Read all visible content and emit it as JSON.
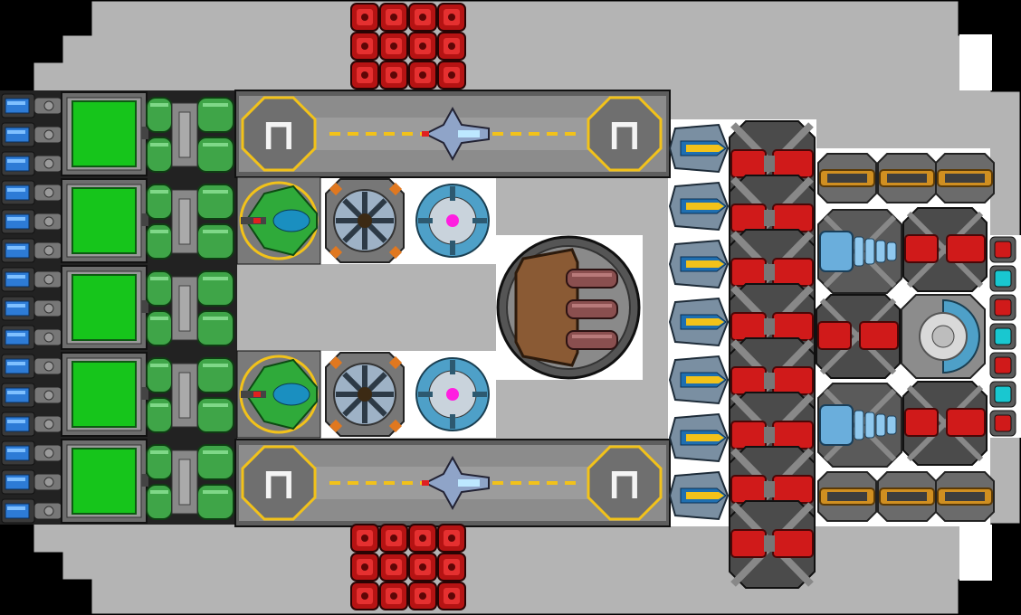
{
  "ship": {
    "pad_marker_glyph": "⊓",
    "hull_color": "#b4b4b4",
    "hull_outline": "#000000",
    "interior_white": "#ffffff",
    "deck_color": "#8c8c8c",
    "deck_dark": "#5e5e5e",
    "accent_yellow": "#f2c21a",
    "reactor_green": "#16c51b",
    "pipe_green": "#3fa548",
    "cell_blue": "#2d7bd6",
    "armor_red": "#d01a1a",
    "cyan_light": "#19c7d0",
    "gold_rail": "#d08f21",
    "turret_brown": "#8a5a34"
  },
  "modules": {
    "battery_count": 15,
    "reactor_bays": 5,
    "thruster_count": 7,
    "heavy_armor_count": 8,
    "hangar_count": 2,
    "fighter_count": 2,
    "shield_emitter_count": 2,
    "fan_core_count": 2,
    "main_turret": "triple-barrel",
    "armor_plate_rows": 3,
    "armor_plate_cols": 4,
    "side_lights": [
      "red",
      "cyan",
      "red",
      "cyan",
      "red",
      "cyan",
      "red"
    ],
    "icons": [
      "hangar-pad-icon",
      "fighter-craft-icon",
      "shield-emitter-icon",
      "fan-core-icon",
      "turret-icon",
      "thruster-icon",
      "armor-block-icon",
      "rail-gun-icon",
      "ion-cannon-icon",
      "radar-dome-icon",
      "battery-cell-icon",
      "reactor-icon"
    ]
  }
}
